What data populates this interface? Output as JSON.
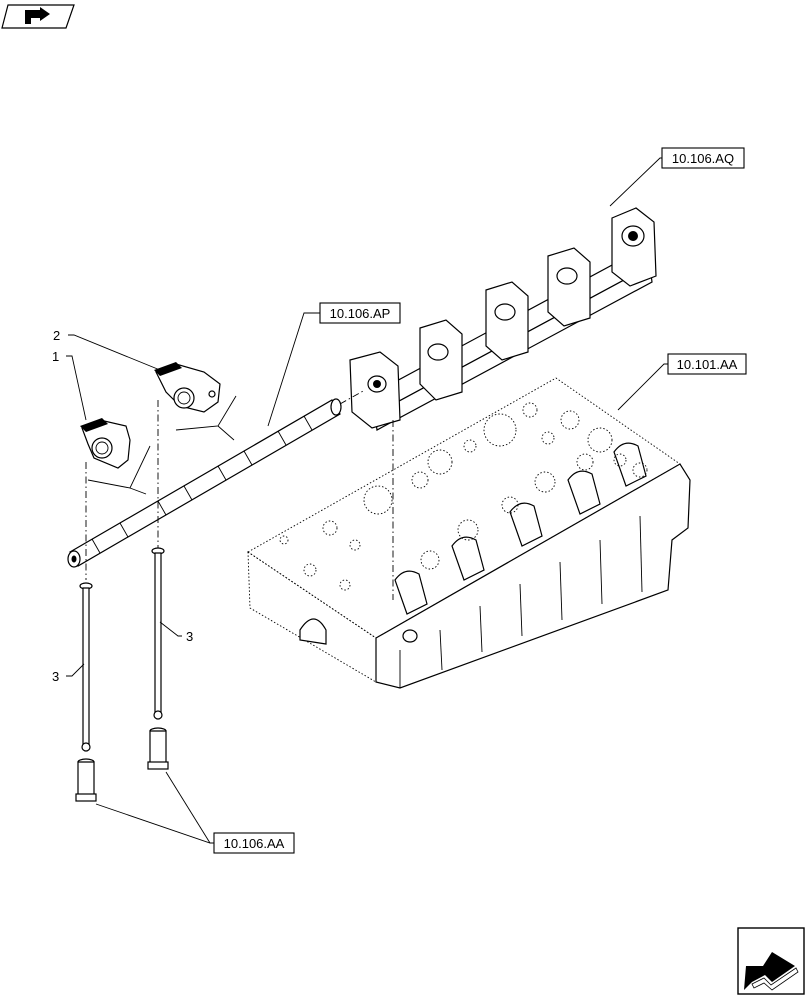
{
  "refs": {
    "aq": "10.106.AQ",
    "ap": "10.106.AP",
    "aa_head": "10.101.AA",
    "aa_tappet": "10.106.AA"
  },
  "callouts": {
    "c1": "1",
    "c2": "2",
    "c3a": "3",
    "c3b": "3"
  },
  "icons": {
    "top": "forward-arrow-icon",
    "bottom": "next-page-arrow-icon"
  }
}
